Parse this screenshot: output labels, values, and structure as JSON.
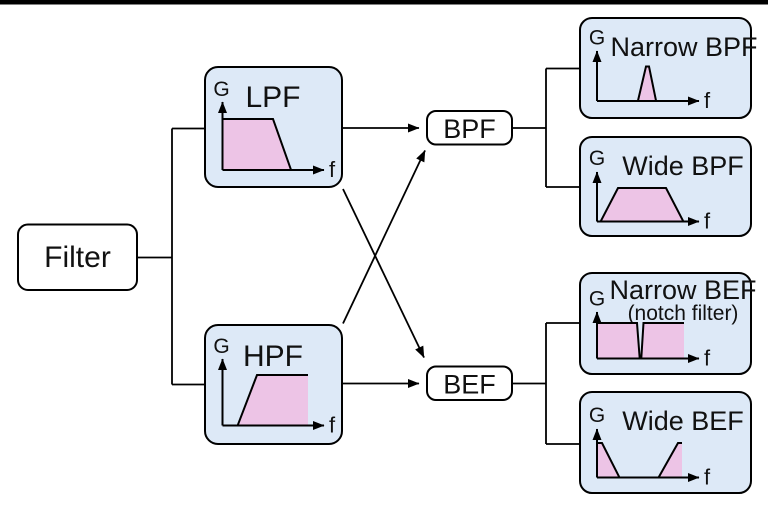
{
  "colors": {
    "box_fill": "#dde9f7",
    "pink_fill": "#edc4e6",
    "stroke": "#000000"
  },
  "axis": {
    "y_label": "G",
    "x_label": "f"
  },
  "nodes": {
    "root": {
      "label": "Filter"
    },
    "lpf": {
      "label": "LPF"
    },
    "hpf": {
      "label": "HPF"
    },
    "bpf": {
      "label": "BPF"
    },
    "bef": {
      "label": "BEF"
    },
    "narrow_bpf": {
      "title": "Narrow BPF"
    },
    "wide_bpf": {
      "title": "Wide BPF"
    },
    "narrow_bef": {
      "title": "Narrow BEF",
      "subtitle": "(notch filter)"
    },
    "wide_bef": {
      "title": "Wide BEF"
    }
  }
}
